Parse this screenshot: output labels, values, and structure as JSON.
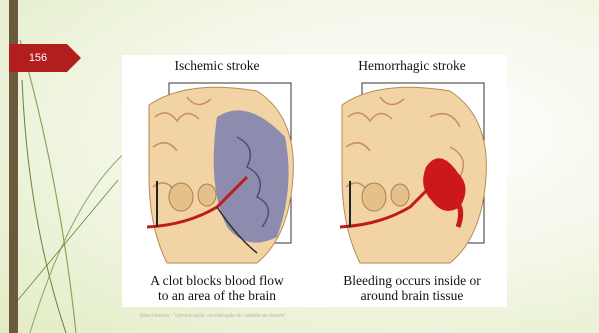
{
  "slide": {
    "number": "156",
    "footer": "Elba Ferreira - \"comunicação: na interação do cuidado ao doente\""
  },
  "figure": {
    "left_panel": {
      "title": "Ischemic stroke",
      "caption_line1": "A clot blocks blood flow",
      "caption_line2": "to an area of the brain"
    },
    "right_panel": {
      "title": "Hemorrhagic stroke",
      "caption_line1": "Bleeding occurs inside or",
      "caption_line2": "around brain tissue"
    }
  },
  "colors": {
    "accent": "#b21d1d",
    "bar": "#6b5a3c",
    "brain": "#f2d3a3",
    "ischemic": "#7c7fb0",
    "blood": "#cc1818"
  }
}
